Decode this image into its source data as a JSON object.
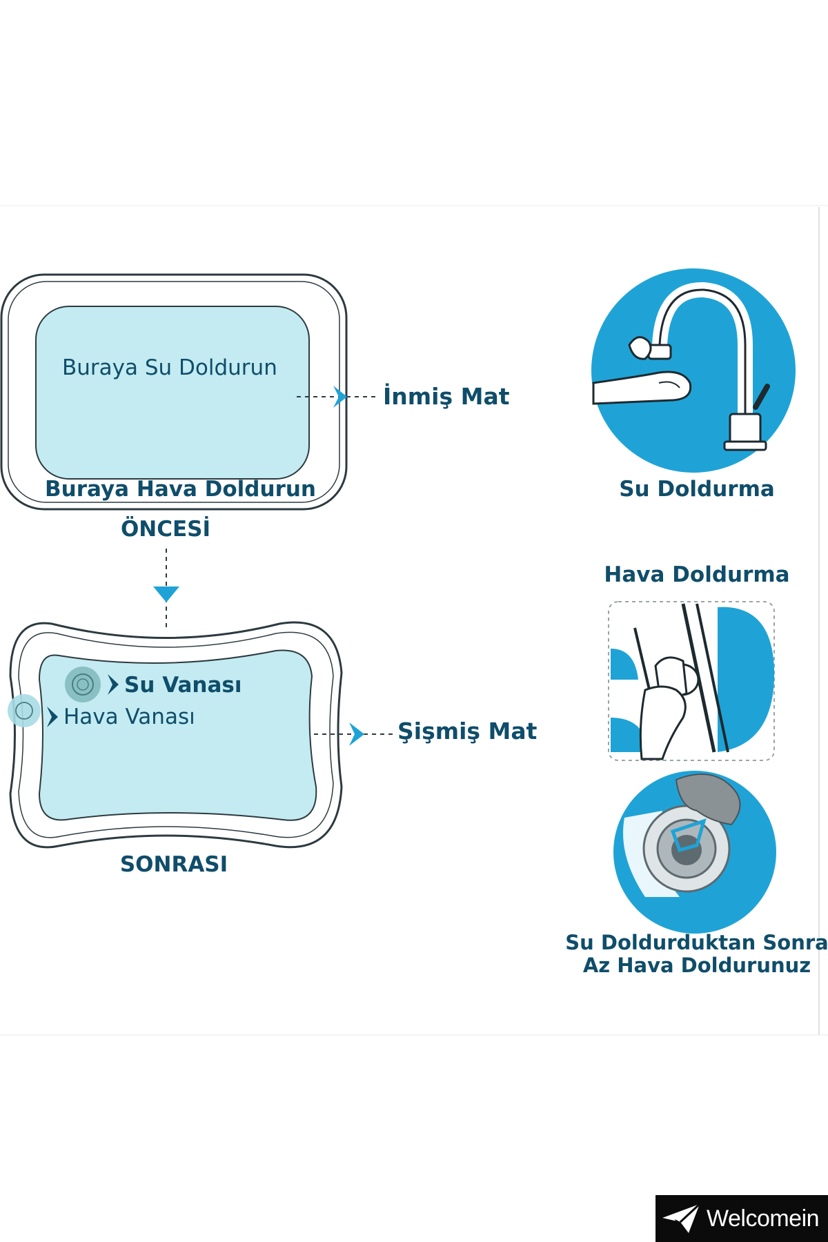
{
  "diagram": {
    "labels": {
      "fill_water_here": "Buraya Su Doldurun",
      "fill_air_here": "Buraya Hava Doldurun",
      "deflated_mat": "İnmiş Mat",
      "before": "ÖNCESİ",
      "water_valve": "Su Vanası",
      "air_valve": "Hava Vanası",
      "inflated_mat": "Şişmiş Mat",
      "after": "SONRASI"
    },
    "steps": {
      "water_filling": "Su Doldurma",
      "air_filling": "Hava Doldurma",
      "after_water_line1": "Su Doldurduktan Sonra",
      "after_water_line2": "Az Hava Doldurunuz"
    },
    "colors": {
      "text": "#0f4d6a",
      "accent": "#1fa3d6",
      "water_fill": "#c3ebf1",
      "outline": "#2c3a40"
    },
    "icons": [
      "faucet-icon",
      "hand-icon",
      "valve-icon",
      "plug-icon",
      "arrow-right-icon",
      "arrow-down-icon"
    ]
  },
  "brand": {
    "name": "Welcomein"
  }
}
